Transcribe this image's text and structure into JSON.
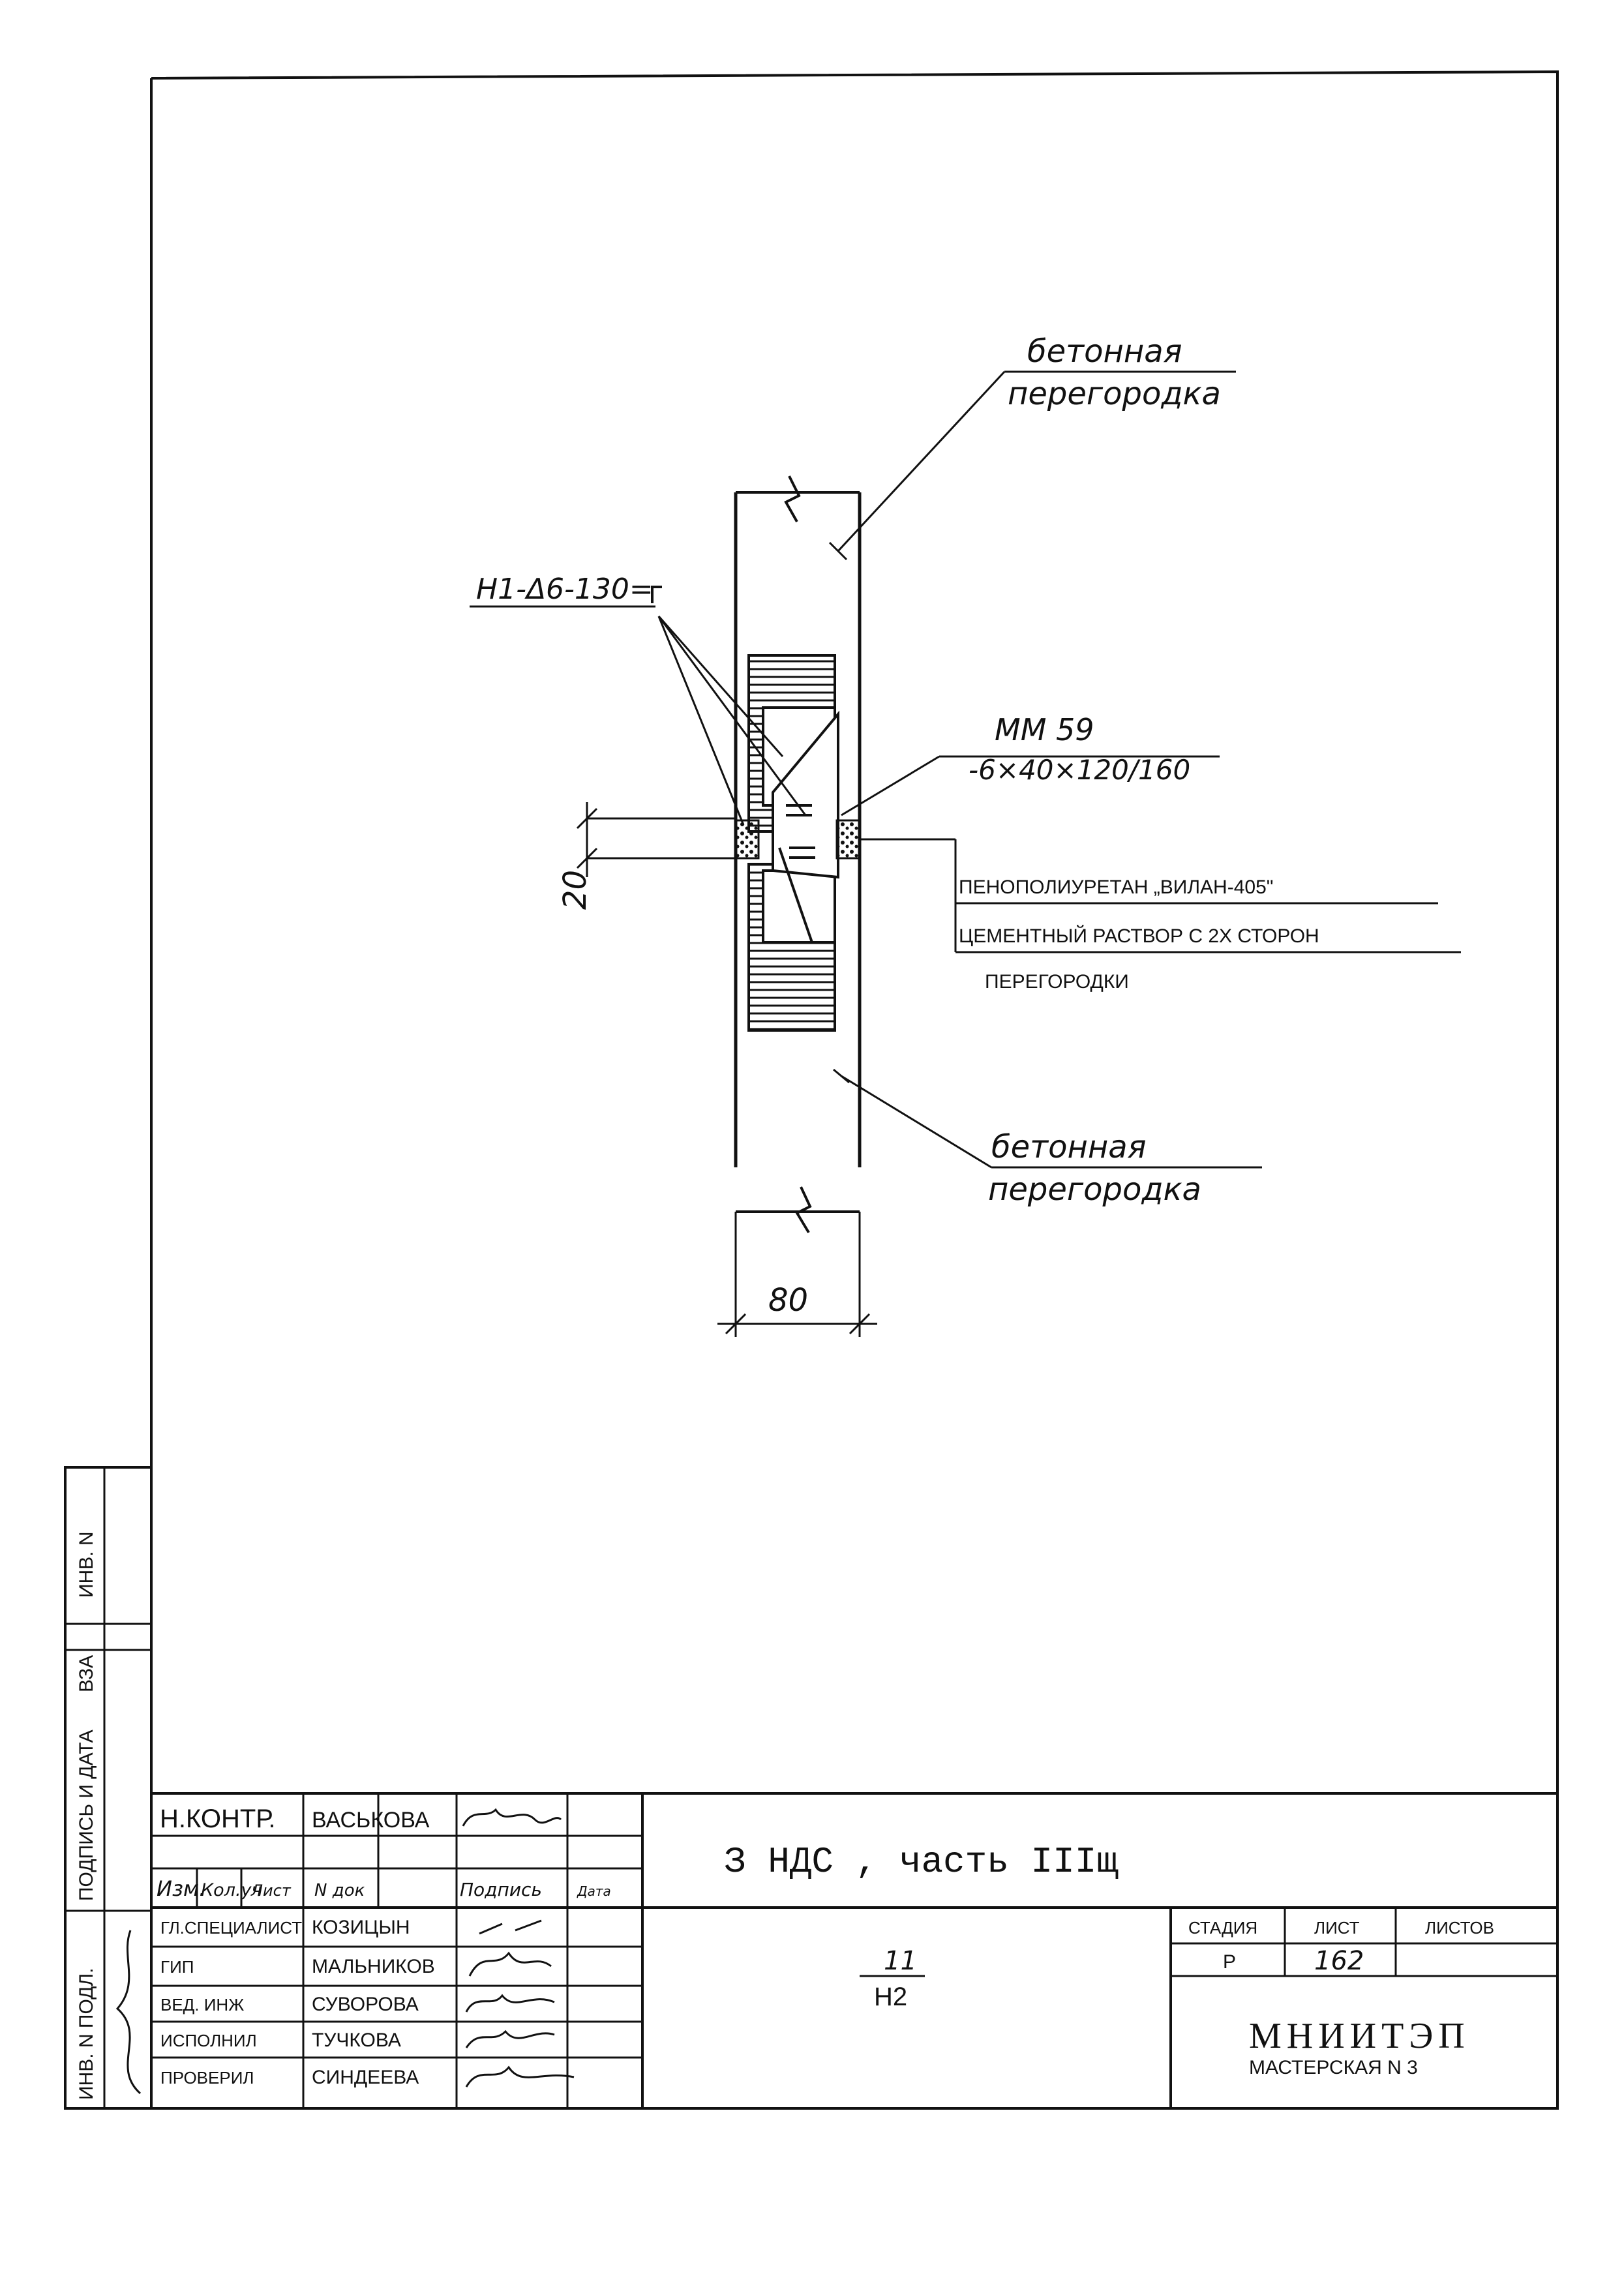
{
  "drawing": {
    "callout_top_line1": "бетонная",
    "callout_top_line2": "перегородка",
    "callout_bottom_line1": "бетонная",
    "callout_bottom_line2": "перегородка",
    "callout_rebar": "Н1-Δ6-130=",
    "callout_plate_line1": "ММ 59",
    "callout_plate_line2": "-6×40×120/160",
    "callout_foam": "ПЕНОПОЛИУРЕТАН „ВИЛАН-405\"",
    "callout_mortar_line1": "ЦЕМЕНТНЫЙ РАСТВОР С 2Х СТОРОН",
    "callout_mortar_line2": "ПЕРЕГОРОДКИ",
    "dim_gap": "20",
    "dim_width": "80"
  },
  "side_stamp": {
    "inv_no": "ИНВ. N",
    "vza": "ВЗА",
    "sign_date": "ПОДПИСЬ И ДАТА",
    "inv_no_orig": "ИНВ. N ПОДЛ."
  },
  "title_block": {
    "norm_control_role": "Н.КОНТР.",
    "norm_control_name": "ВАСЬКОВА",
    "headers": [
      "Изм.",
      "Кол.уч",
      "Лист",
      "N док",
      "Подпись",
      "Дата"
    ],
    "staff": [
      {
        "role": "ГЛ.СПЕЦИАЛИСТ",
        "name": "КОЗИЦЫН"
      },
      {
        "role": "ГИП",
        "name": "МАЛЬНИКОВ"
      },
      {
        "role": "ВЕД. ИНЖ",
        "name": "СУВОРОВА"
      },
      {
        "role": "ИСПОЛНИЛ",
        "name": "ТУЧКОВА"
      },
      {
        "role": "ПРОВЕРИЛ",
        "name": "СИНДЕЕВА"
      }
    ],
    "project_title": "З НДС , часть IIIщ",
    "detail_numerator": "11",
    "detail_denominator": "Н2",
    "stage_label": "СТАДИЯ",
    "sheet_label": "ЛИСТ",
    "sheets_label": "ЛИСТОВ",
    "stage_value": "Р",
    "sheet_value": "162",
    "sheets_value": "",
    "org_name": "МНИИТЭП",
    "org_dept": "МАСТЕРСКАЯ N 3"
  }
}
